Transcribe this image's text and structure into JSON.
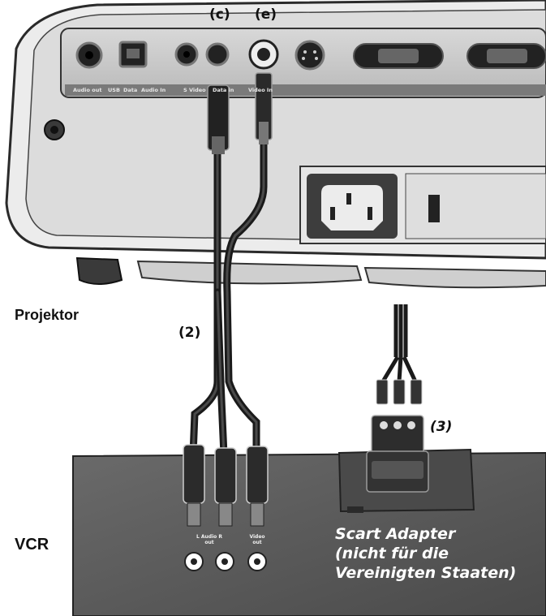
{
  "labels": {
    "projector": "Projektor",
    "vcr": "VCR",
    "callout_c": "(c)",
    "callout_e": "(e)",
    "callout_2": "(2)",
    "callout_3": "(3)"
  },
  "adapter_note": {
    "line1": "Scart Adapter",
    "line2": "(nicht für die",
    "line3": "Vereinigten Staaten)"
  },
  "port_labels": {
    "audio_out": "Audio out",
    "usb": "USB",
    "data": "Data",
    "audio_in": "Audio In",
    "s_video": "S Video",
    "data_in": "Data in",
    "video_in": "Video In"
  },
  "vcr_jack_labels": {
    "audio": "L Audio R",
    "audio_sub": "out",
    "video": "Video",
    "video_sub": "out"
  },
  "colors": {
    "projector_body": "#ebebeb",
    "projector_panel": "#c9c9c9",
    "vcr_body": "#5a5a5a",
    "cable": "#1a1a1a"
  }
}
